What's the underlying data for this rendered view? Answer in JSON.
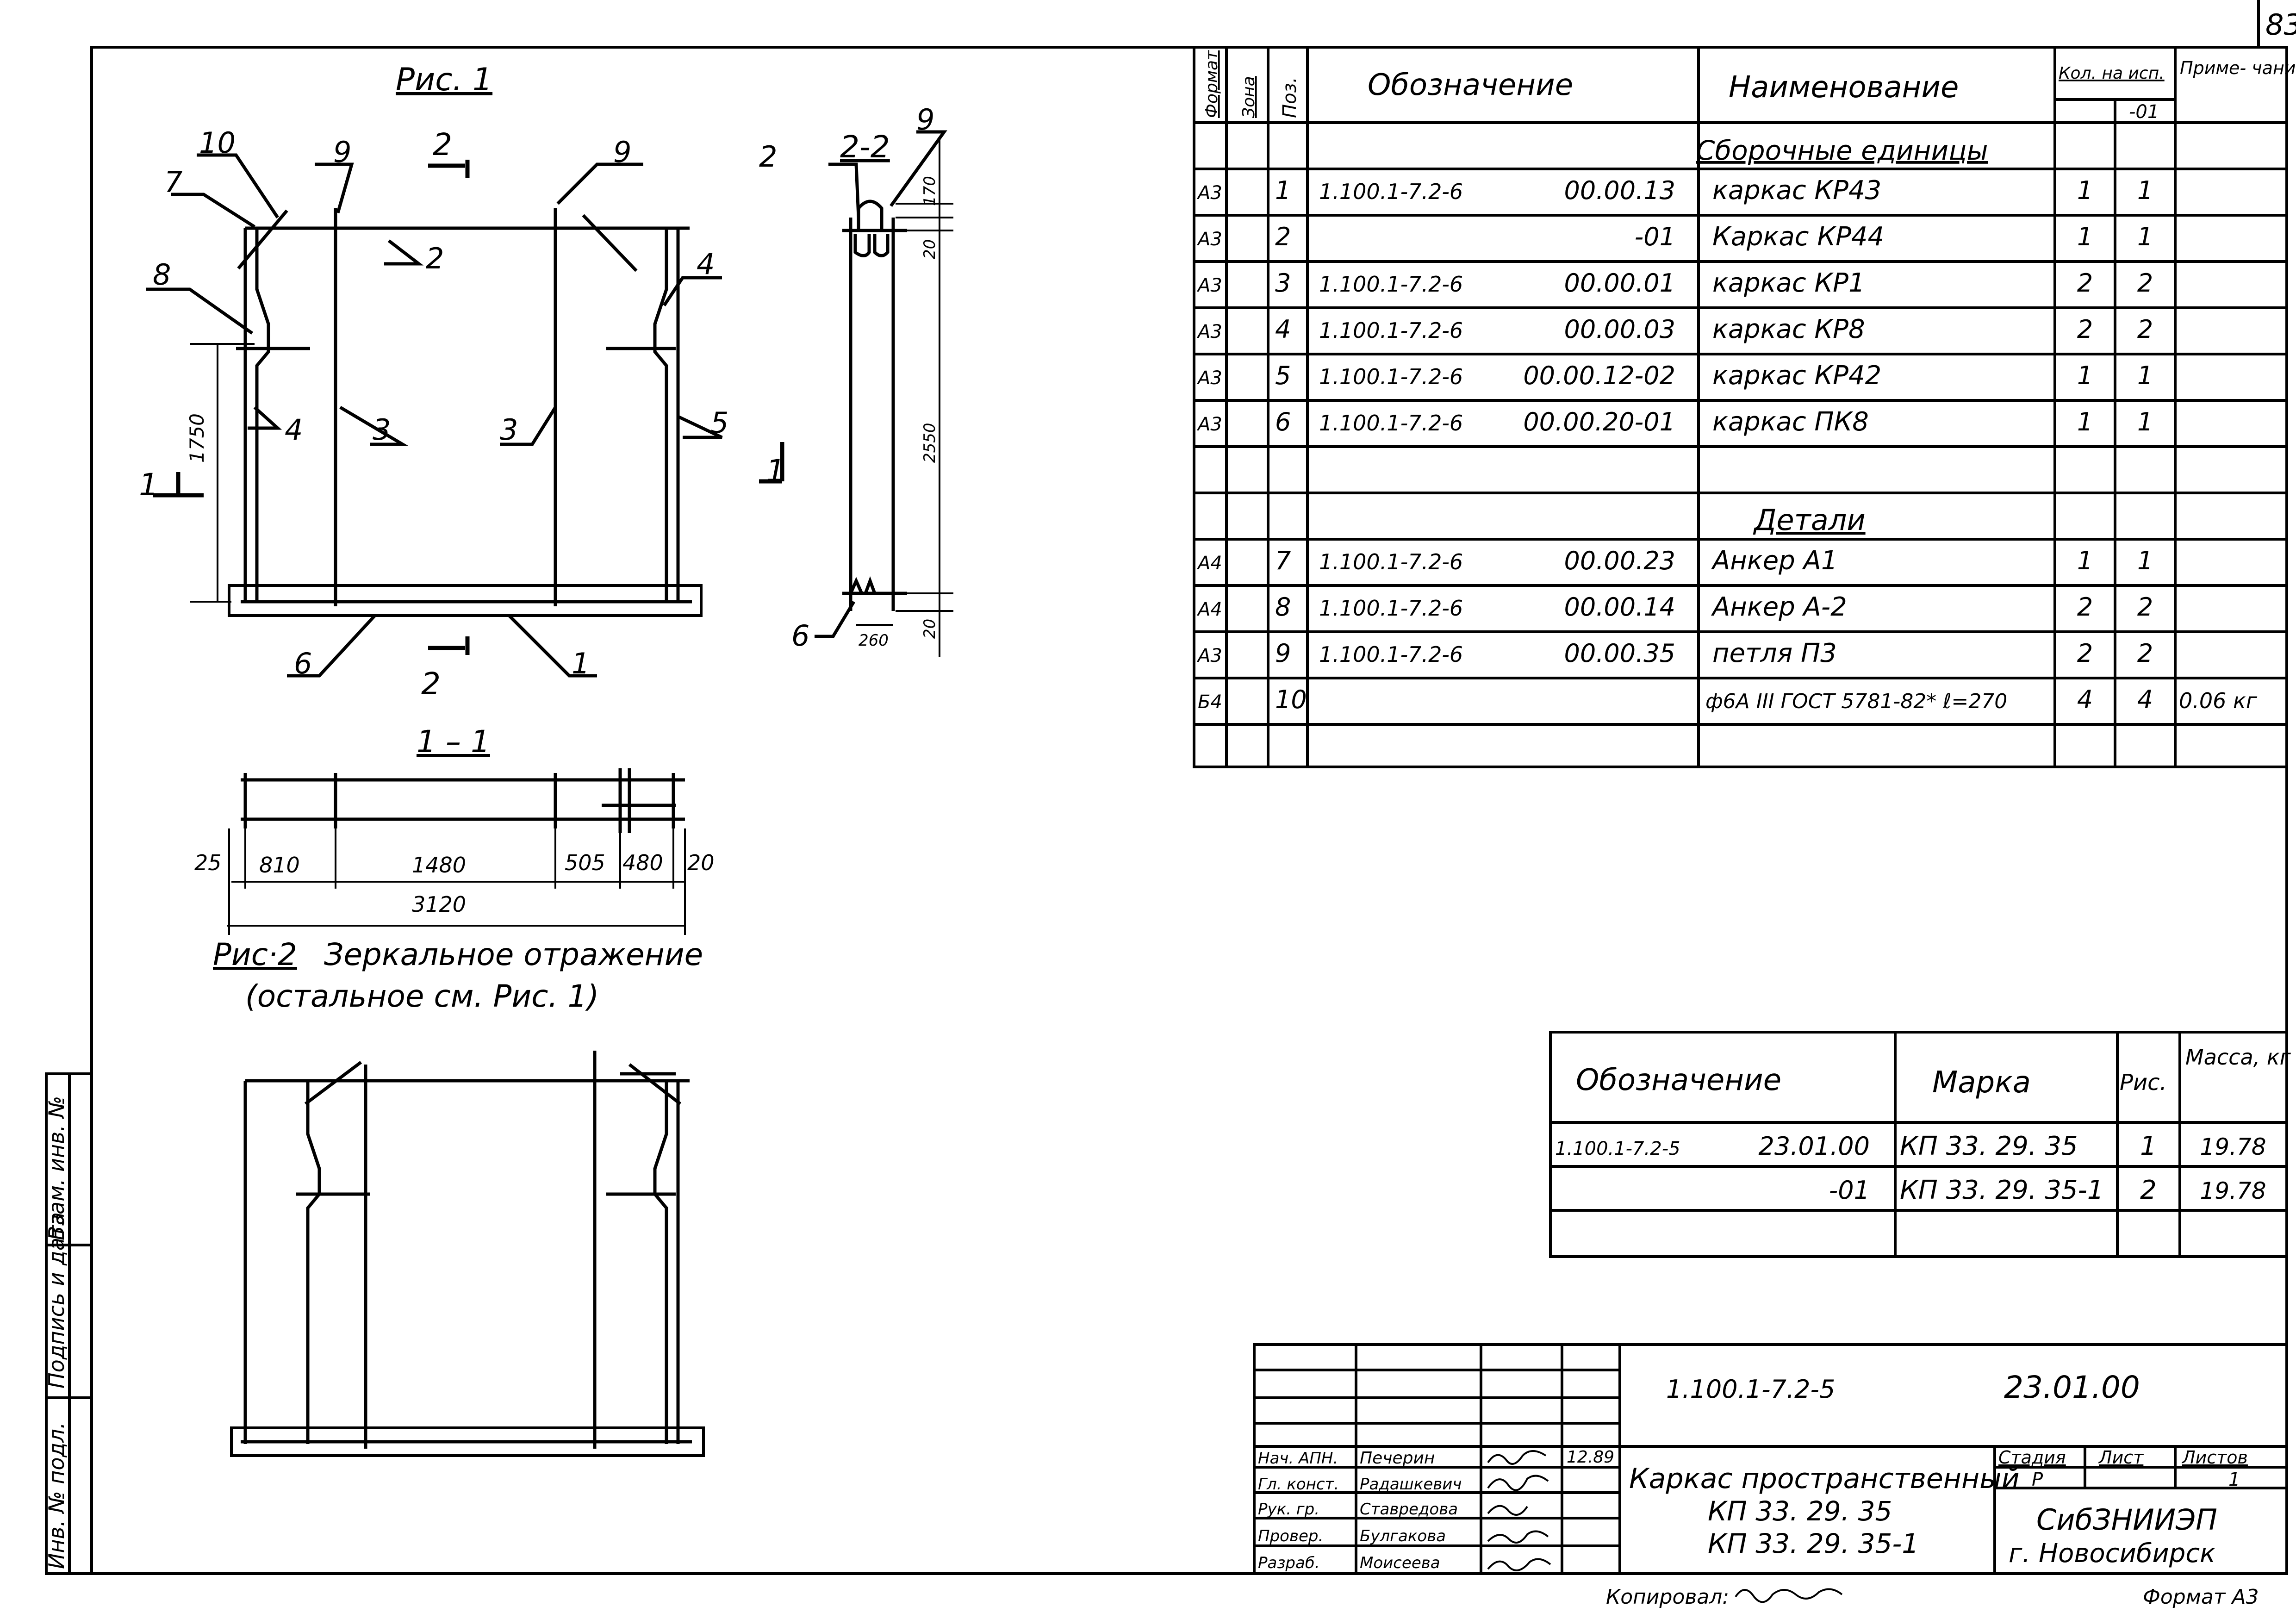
{
  "page_number": "83",
  "fig1": {
    "title": "Рис. 1",
    "pos_labels": [
      "10",
      "9",
      "9",
      "7",
      "2",
      "4",
      "8",
      "4",
      "3",
      "3",
      "5",
      "6",
      "1"
    ],
    "section_2_top": "2",
    "section_2_bottom": "2",
    "section_1_left": "1",
    "section_1_right": "1",
    "dim_height": "1750"
  },
  "section22": {
    "title": "2-2",
    "label_2": "2",
    "label_9": "9",
    "label_6": "6",
    "dims": [
      "170",
      "20",
      "2550",
      "260",
      "20"
    ]
  },
  "section11": {
    "title": "1 – 1",
    "dims": [
      "25",
      "810",
      "1480",
      "505",
      "480",
      "20"
    ],
    "total": "3120"
  },
  "fig2": {
    "label": "Рис·2",
    "caption1": "Зеркальное отражение",
    "caption2": "(остальное см. Рис. 1)"
  },
  "spec": {
    "headers": {
      "format": "Формат",
      "zone": "Зона",
      "pos": "Поз.",
      "designation": "Обозначение",
      "name": "Наименование",
      "qty": "Кол. на исп.",
      "qty_sub": "-01",
      "note": "Приме- чание"
    },
    "section_assemblies": "Сборочные единицы",
    "section_details": "Детали",
    "rows": [
      {
        "format": "А3",
        "pos": "1",
        "doc": "1.100.1-7.2-6",
        "code": "00.00.13",
        "name": "каркас КР43",
        "q1": "1",
        "q2": "1",
        "note": ""
      },
      {
        "format": "А3",
        "pos": "2",
        "doc": "",
        "code": "-01",
        "name": "Каркас КР44",
        "q1": "1",
        "q2": "1",
        "note": ""
      },
      {
        "format": "А3",
        "pos": "3",
        "doc": "1.100.1-7.2-6",
        "code": "00.00.01",
        "name": "каркас КР1",
        "q1": "2",
        "q2": "2",
        "note": ""
      },
      {
        "format": "А3",
        "pos": "4",
        "doc": "1.100.1-7.2-6",
        "code": "00.00.03",
        "name": "каркас КР8",
        "q1": "2",
        "q2": "2",
        "note": ""
      },
      {
        "format": "А3",
        "pos": "5",
        "doc": "1.100.1-7.2-6",
        "code": "00.00.12-02",
        "name": "каркас КР42",
        "q1": "1",
        "q2": "1",
        "note": ""
      },
      {
        "format": "А3",
        "pos": "6",
        "doc": "1.100.1-7.2-6",
        "code": "00.00.20-01",
        "name": "каркас ПК8",
        "q1": "1",
        "q2": "1",
        "note": ""
      },
      {
        "format": "А4",
        "pos": "7",
        "doc": "1.100.1-7.2-6",
        "code": "00.00.23",
        "name": "Анкер А1",
        "q1": "1",
        "q2": "1",
        "note": ""
      },
      {
        "format": "А4",
        "pos": "8",
        "doc": "1.100.1-7.2-6",
        "code": "00.00.14",
        "name": "Анкер А-2",
        "q1": "2",
        "q2": "2",
        "note": ""
      },
      {
        "format": "А3",
        "pos": "9",
        "doc": "1.100.1-7.2-6",
        "code": "00.00.35",
        "name": "петля П3",
        "q1": "2",
        "q2": "2",
        "note": ""
      },
      {
        "format": "Б4",
        "pos": "10",
        "doc": "",
        "code": "",
        "name": "ф6А III ГОСТ 5781-82* ℓ=270",
        "q1": "4",
        "q2": "4",
        "note": "0.06 кг"
      }
    ]
  },
  "marks": {
    "headers": {
      "designation": "Обозначение",
      "mark": "Марка",
      "fig": "Рис.",
      "mass": "Масса, кг"
    },
    "rows": [
      {
        "doc": "1.100.1-7.2-5",
        "code": "23.01.00",
        "mark": "КП 33. 29. 35",
        "fig": "1",
        "mass": "19.78"
      },
      {
        "doc": "",
        "code": "-01",
        "mark": "КП 33. 29. 35-1",
        "fig": "2",
        "mass": "19.78"
      }
    ]
  },
  "title_block": {
    "doc_number": "1.100.1-7.2-5",
    "doc_code": "23.01.00",
    "roles": [
      "Нач. АПН.",
      "Гл. конст.",
      "Рук. гр.",
      "Провер.",
      "Разраб."
    ],
    "names": [
      "Печерин",
      "Радашкевич",
      "Ставредова",
      "Булгакова",
      "Моисеева"
    ],
    "date": "12.89",
    "title_line1": "Каркас пространственный",
    "title_line2": "КП 33. 29. 35",
    "title_line3": "КП 33. 29. 35-1",
    "stage_label": "Стадия",
    "sheet_label": "Лист",
    "sheets_label": "Листов",
    "stage": "Р",
    "sheets": "1",
    "org1": "СибЗНИИЭП",
    "org2": "г. Новосибирск"
  },
  "side_stamp": [
    "Инв. № подл.",
    "Подпись и дата",
    "Взам. инв. №"
  ],
  "footer": {
    "copied": "Копировал:",
    "format": "Формат А3"
  }
}
